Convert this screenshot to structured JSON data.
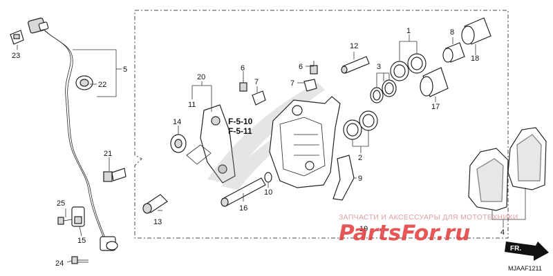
{
  "callouts": {
    "c1": "1",
    "c2": "2",
    "c3": "3",
    "c4": "4",
    "c5": "5",
    "c6a": "6",
    "c6b": "6",
    "c7a": "7",
    "c7b": "7",
    "c8": "8",
    "c9": "9",
    "c10": "10",
    "c11": "11",
    "c12": "12",
    "c13": "13",
    "c14": "14",
    "c15": "15",
    "c16": "16",
    "c17": "17",
    "c18": "18",
    "c19": "19",
    "c20": "20",
    "c21": "21",
    "c22": "22",
    "c23": "23",
    "c24": "24",
    "c25": "25"
  },
  "references": {
    "ref1": "F-5-10",
    "ref2": "F-5-11"
  },
  "direction_label": "FR.",
  "diagram_code": "MJAAF1211",
  "watermark": {
    "tagline": "ЗАПЧАСТИ И АКСЕССУАРЫ ДЛЯ МОТОТЕХНИКИ",
    "brand": "PartsFor.ru"
  },
  "colors": {
    "watermark_red": "#e23b3b",
    "line": "#222222"
  }
}
